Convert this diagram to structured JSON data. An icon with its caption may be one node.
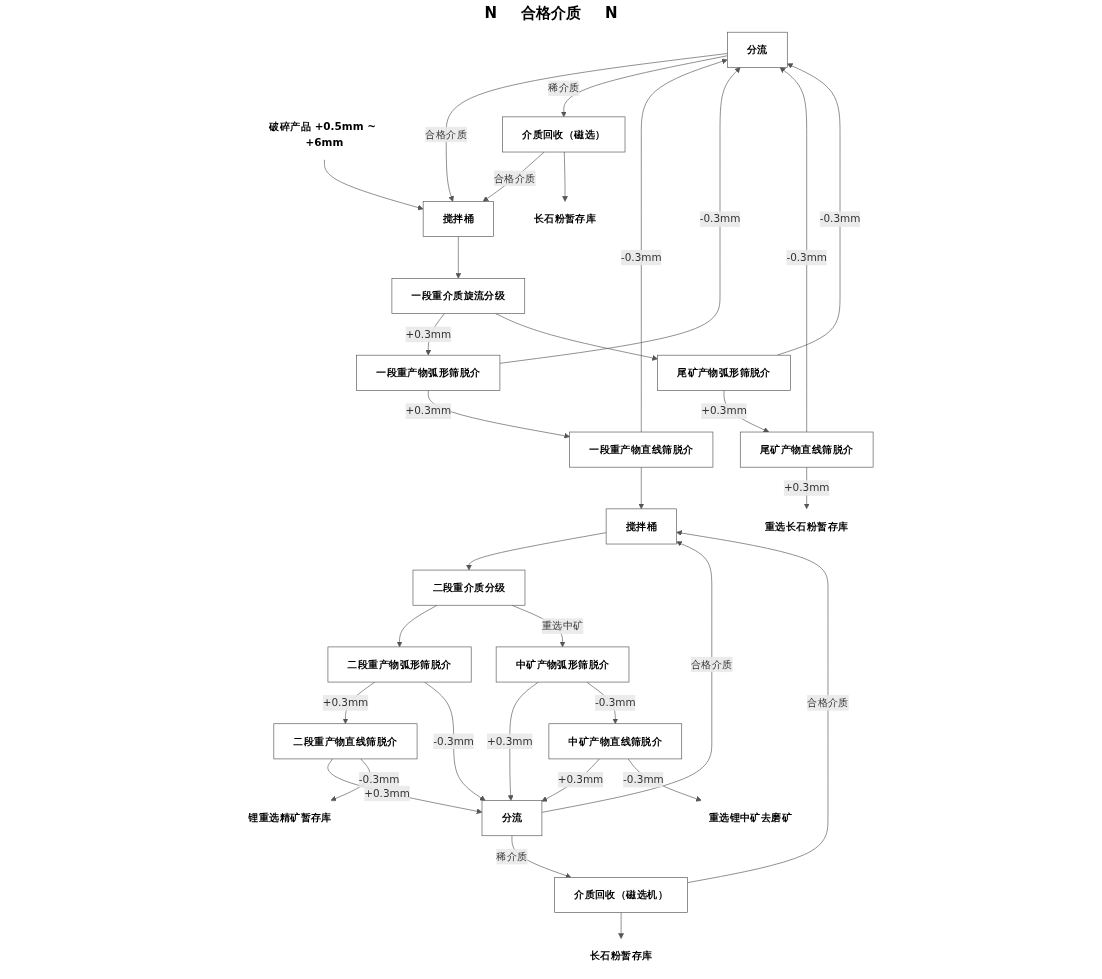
{
  "diagram": {
    "nodes": [
      {
        "text": [
          "分流"
        ]
      },
      {
        "text": [
          "破碎产品 +0.5mm ~ +6mm"
        ]
      },
      {
        "text": [
          "搅拌桶"
        ]
      },
      {
        "text": [
          "介质回收（磁选）"
        ]
      },
      {
        "text": [
          "长石粉暂存库"
        ]
      },
      {
        "text": [
          "一段重介质旋流分级"
        ]
      },
      {
        "text": [
          "一段重产物弧形筛脱介"
        ]
      },
      {
        "text": [
          "一段重产物直线筛脱介"
        ]
      },
      {
        "text": [
          "分流"
        ]
      },
      {
        "text": [
          "介质回收（磁选机）"
        ]
      },
      {
        "text": [
          "长石粉暂存库"
        ]
      },
      {
        "text": [
          "搅拌桶"
        ]
      },
      {
        "text": [
          "二段重介质分级"
        ]
      },
      {
        "text": [
          "二段重产物弧形筛脱介"
        ]
      },
      {
        "text": [
          "二段重产物直线筛脱介"
        ]
      },
      {
        "text": [
          "锂重选精矿暂存库"
        ]
      },
      {
        "text": [
          "尾矿产物弧形筛脱介"
        ]
      },
      {
        "text": [
          "尾矿产物直线筛脱介"
        ]
      },
      {
        "text": [
          "重选长石粉暂存库"
        ]
      },
      {
        "text": [
          "中矿产物弧形筛脱介"
        ]
      },
      {
        "text": [
          "中矿产物直线筛脱介"
        ]
      },
      {
        "text": [
          "重选锂中矿去磨矿"
        ]
      }
    ],
    "edges": [
      {
        "from": 0,
        "to": 2,
        "arrow": "to",
        "label": "合格介质"
      },
      {
        "from": 1,
        "to": 2,
        "arrow": "to"
      },
      {
        "from": 0,
        "to": 3,
        "arrow": "to",
        "label": "稀介质"
      },
      {
        "from": 3,
        "to": 2,
        "arrow": "to",
        "label": "合格介质"
      },
      {
        "from": 3,
        "to": 4,
        "arrow": "to"
      },
      {
        "from": 2,
        "to": 5,
        "arrow": "to"
      },
      {
        "from": 5,
        "to": 6,
        "arrow": "to",
        "label": "+0.3mm"
      },
      {
        "from": 5,
        "to": 16,
        "arrow": "to"
      },
      {
        "from": 6,
        "to": 7,
        "arrow": "to",
        "label": "+0.3mm"
      },
      {
        "from": 6,
        "to": 0,
        "arrow": "to",
        "label": "-0.3mm"
      },
      {
        "from": 7,
        "to": 0,
        "arrow": "to",
        "label": "-0.3mm"
      },
      {
        "from": 7,
        "to": 11,
        "arrow": "to"
      },
      {
        "from": 8,
        "to": 11,
        "arrow": "to",
        "label": "合格介质"
      },
      {
        "from": 8,
        "to": 9,
        "arrow": "to",
        "label": "稀介质"
      },
      {
        "from": 9,
        "to": 11,
        "arrow": "to",
        "label": "合格介质"
      },
      {
        "from": 9,
        "to": 10,
        "arrow": "to"
      },
      {
        "from": 11,
        "to": 12,
        "arrow": "to"
      },
      {
        "from": 12,
        "to": 13,
        "arrow": "to"
      },
      {
        "from": 12,
        "to": 19,
        "arrow": "to",
        "label": "重选中矿"
      },
      {
        "from": 13,
        "to": 14,
        "arrow": "to",
        "label": "+0.3mm"
      },
      {
        "from": 13,
        "to": 8,
        "arrow": "to",
        "label": "-0.3mm"
      },
      {
        "from": 14,
        "to": 8,
        "arrow": "to",
        "label": "+0.3mm"
      },
      {
        "from": 14,
        "to": 15,
        "arrow": "to",
        "label": "-0.3mm"
      },
      {
        "from": 16,
        "to": 17,
        "arrow": "to",
        "label": "+0.3mm"
      },
      {
        "from": 16,
        "to": 0,
        "arrow": "to",
        "label": "-0.3mm"
      },
      {
        "from": 17,
        "to": 0,
        "arrow": "to",
        "label": "-0.3mm"
      },
      {
        "from": 17,
        "to": 18,
        "arrow": "to",
        "label": "+0.3mm"
      },
      {
        "from": 19,
        "to": 8,
        "arrow": "to",
        "label": "+0.3mm"
      },
      {
        "from": 19,
        "to": 20,
        "arrow": "to",
        "label": "-0.3mm"
      },
      {
        "from": 20,
        "to": 8,
        "arrow": "to",
        "label": "+0.3mm"
      },
      {
        "from": 20,
        "to": 21,
        "arrow": "to",
        "label": "-0.3mm"
      }
    ],
    "labels": [
      "N",
      "合格介质",
      "N"
    ]
  }
}
